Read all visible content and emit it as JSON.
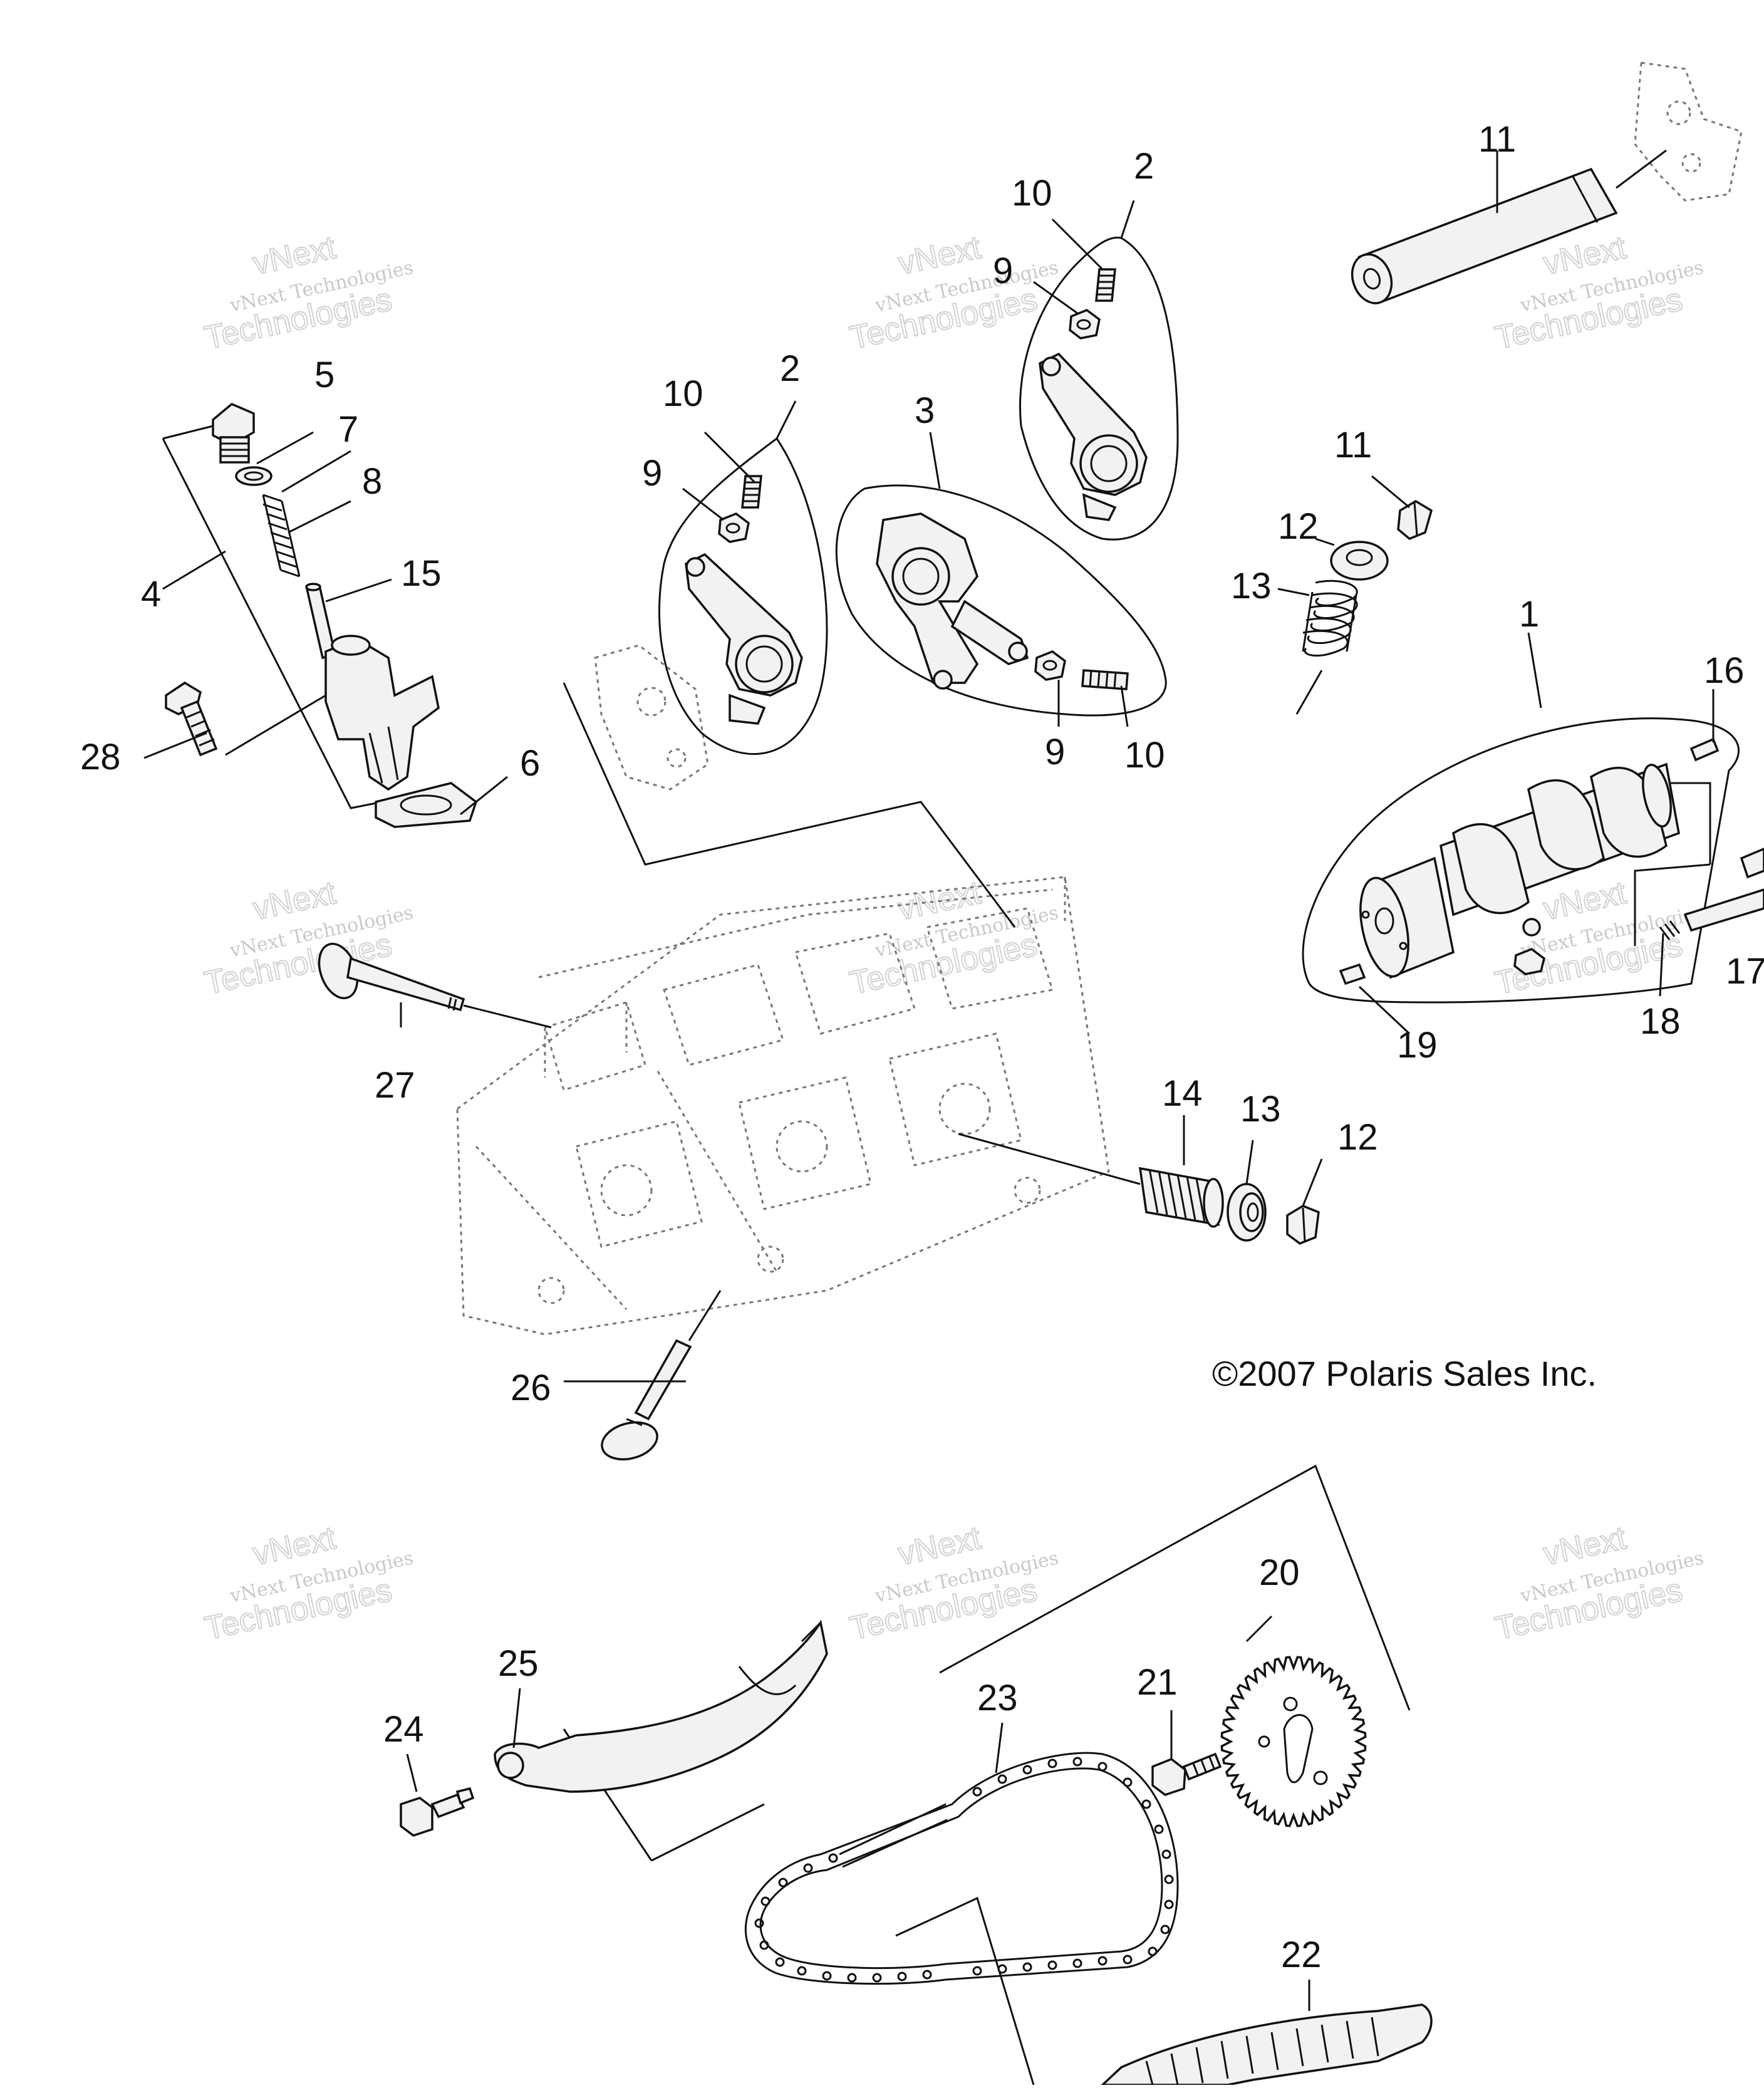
{
  "copyright": "©2007 Polaris Sales Inc.",
  "watermark": {
    "line1": "vNext Technologies",
    "line2": "Technologies",
    "line3": "vNext"
  },
  "callouts": {
    "c1": "1",
    "c2a": "2",
    "c2b": "2",
    "c3": "3",
    "c4": "4",
    "c5": "5",
    "c6": "6",
    "c7": "7",
    "c8": "8",
    "c9a": "9",
    "c9b": "9",
    "c9c": "9",
    "c10a": "10",
    "c10b": "10",
    "c10c": "10",
    "c11a": "11",
    "c11b": "11",
    "c12a": "12",
    "c12b": "12",
    "c13a": "13",
    "c13b": "13",
    "c14": "14",
    "c15": "15",
    "c16": "16",
    "c17": "17",
    "c18": "18",
    "c19": "19",
    "c20": "20",
    "c21": "21",
    "c22": "22",
    "c23": "23",
    "c24": "24",
    "c25": "25",
    "c26": "26",
    "c27": "27",
    "c28": "28"
  }
}
